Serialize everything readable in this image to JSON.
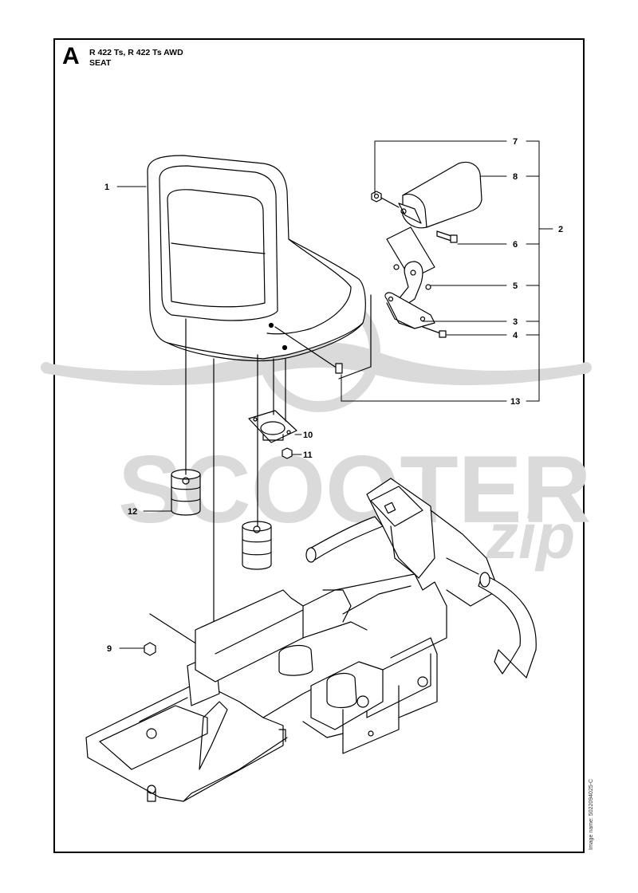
{
  "header": {
    "section_letter": "A",
    "model_line": "R 422 Ts, R 422 Ts AWD",
    "assembly_name": "SEAT"
  },
  "watermark": {
    "text_main": "SCOOTER",
    "text_script": "zip",
    "color": "#d9d9d9"
  },
  "callouts": [
    {
      "id": "c1",
      "label": "1"
    },
    {
      "id": "c2",
      "label": "2"
    },
    {
      "id": "c3",
      "label": "3"
    },
    {
      "id": "c4",
      "label": "4"
    },
    {
      "id": "c5",
      "label": "5"
    },
    {
      "id": "c6",
      "label": "6"
    },
    {
      "id": "c7",
      "label": "7"
    },
    {
      "id": "c8",
      "label": "8"
    },
    {
      "id": "c9",
      "label": "9"
    },
    {
      "id": "c10",
      "label": "10"
    },
    {
      "id": "c11",
      "label": "11"
    },
    {
      "id": "c12",
      "label": "12"
    },
    {
      "id": "c13",
      "label": "13"
    }
  ],
  "image_ref": "Image name: 5022094025-C",
  "colors": {
    "line": "#000000",
    "watermark": "#d9d9d9",
    "background": "#ffffff"
  }
}
